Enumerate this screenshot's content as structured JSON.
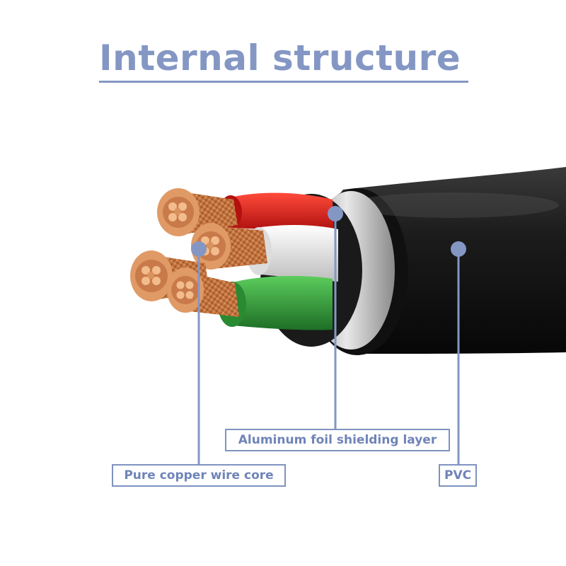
{
  "title": "Internal structure",
  "labels": {
    "copper_core": "Pure copper wire core",
    "foil_shield": "Aluminum foil shielding layer",
    "pvc": "PVC"
  },
  "colors": {
    "accent": "#8497c4",
    "jacket": "#151515",
    "foil": "#c9c9c9",
    "copper": "#c97a4a",
    "wire_red": "#d01616",
    "wire_white": "#ececec",
    "wire_green": "#2f9a3a"
  }
}
